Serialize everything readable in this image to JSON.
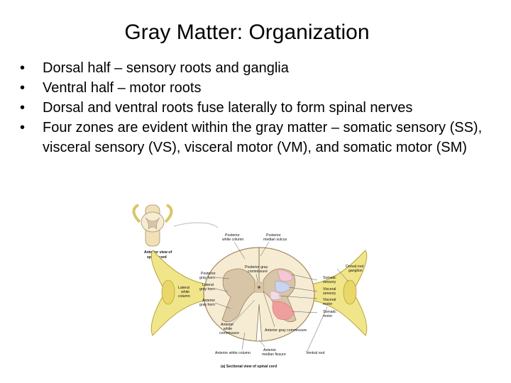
{
  "slide": {
    "title": "Gray Matter: Organization",
    "bullets": [
      "Dorsal half – sensory roots and ganglia",
      "Ventral half – motor roots",
      "Dorsal and ventral roots fuse laterally to form spinal nerves",
      "Four zones are evident within the gray matter – somatic sensory (SS), visceral sensory (VS), visceral motor (VM), and somatic motor (SM)"
    ]
  },
  "figure": {
    "labels": {
      "inset_1": "Anterior view of",
      "inset_2": "spinal cord",
      "posterior_white_column_1": "Posterior",
      "posterior_white_column_2": "white column",
      "posterior_median_sulcus_1": "Posterior",
      "posterior_median_sulcus_2": "median sulcus",
      "posterior_gray_commissure_1": "Posterior gray",
      "posterior_gray_commissure_2": "commissure",
      "posterior_gray_horn_1": "Posterior",
      "posterior_gray_horn_2": "gray horn",
      "lateral_gray_horn_1": "Lateral",
      "lateral_gray_horn_2": "gray horn",
      "lateral_white_column_1": "Lateral",
      "lateral_white_column_2": "white",
      "lateral_white_column_3": "column",
      "anterior_gray_horn_1": "Anterior",
      "anterior_gray_horn_2": "gray horn",
      "anterior_white_commissure_1": "Anterior",
      "anterior_white_commissure_2": "white",
      "anterior_white_commissure_3": "commissure",
      "anterior_gray_commissure": "Anterior gray commissure",
      "anterior_white_column": "Anterior white column",
      "anterior_median_fissure_1": "Anterior",
      "anterior_median_fissure_2": "median fissure",
      "dorsal_root_ganglion_1": "Dorsal root",
      "dorsal_root_ganglion_2": "ganglion",
      "somatic_sensory_1": "Somatic",
      "somatic_sensory_2": "sensory",
      "visceral_sensory_1": "Visceral",
      "visceral_sensory_2": "sensory",
      "visceral_motor_1": "Visceral",
      "visceral_motor_2": "motor",
      "somatic_motor_1": "Somatic",
      "somatic_motor_2": "motor",
      "ventral_root": "Ventral root",
      "caption": "(a) Sectional view of spinal cord"
    },
    "colors": {
      "white_matter": "#f6ecd3",
      "gray_matter": "#d8c4a6",
      "nerve": "#f1e58a",
      "nerve_outline": "#b8a43a",
      "ss_zone": "#f6c6d6",
      "vs_zone": "#c9d4ee",
      "vm_zone": "#f2dbe6",
      "sm_zone": "#ef9d9d"
    }
  }
}
